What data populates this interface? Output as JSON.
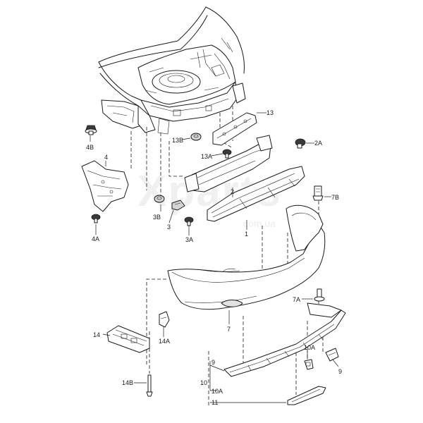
{
  "watermark": {
    "main": "Xparts",
    "sub": "com.ua"
  },
  "labels": {
    "l13": "13",
    "l2A": "2A",
    "l4B": "4B",
    "l13B": "13B",
    "l13A": "13A",
    "l4": "4",
    "l2": "2",
    "l7B": "7B",
    "l3B": "3B",
    "l3": "3",
    "l3A": "3A",
    "l4A": "4A",
    "l1": "1",
    "l7A": "7A",
    "l7": "7",
    "l14": "14",
    "l14A": "14A",
    "l10A_r": "10A",
    "l9_r": "9",
    "l9_l": "9",
    "l10": "10",
    "l10A_l": "10A",
    "l11": "11",
    "l14B": "14B"
  }
}
